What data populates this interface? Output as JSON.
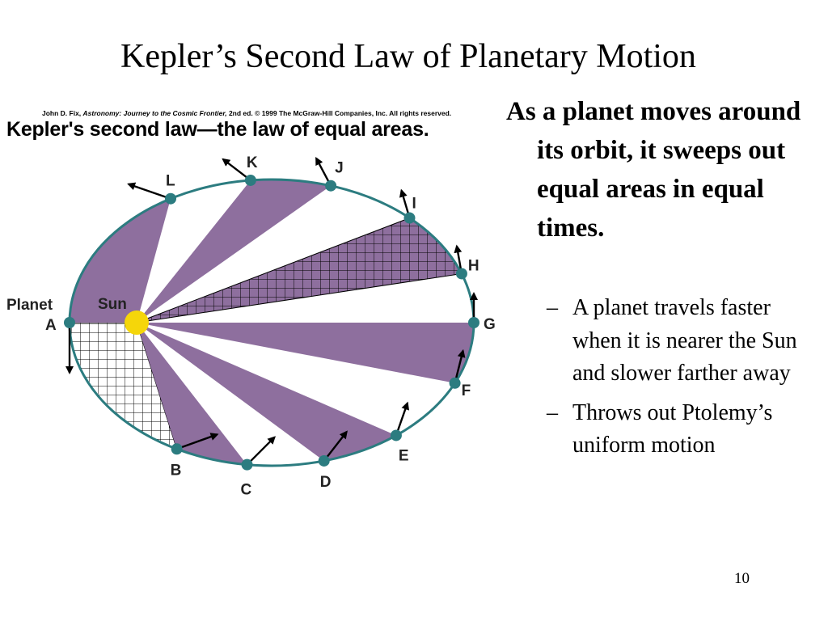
{
  "slide": {
    "title": "Kepler’s Second Law of Planetary Motion",
    "page_number": "10"
  },
  "figure": {
    "credit": {
      "prefix": "John D. Fix, ",
      "book": "Astronomy: Journey to the Cosmic Frontier,",
      "suffix": " 2nd ed. © 1999 The McGraw-Hill Companies, Inc. All rights reserved."
    },
    "caption": "Kepler's second law—the law of equal areas.",
    "labels": {
      "planet": "Planet",
      "sun": "Sun",
      "points": [
        "A",
        "B",
        "C",
        "D",
        "E",
        "F",
        "G",
        "H",
        "I",
        "J",
        "K",
        "L"
      ]
    },
    "colors": {
      "orbit": "#2c7c80",
      "sector": "#8e6f9e",
      "sun": "#f5d60a",
      "point": "#2c7c80",
      "grid": "#000000"
    }
  },
  "content": {
    "main_bullet": "As a planet moves around its orbit, it sweeps out equal areas in equal times.",
    "sub_bullets": [
      "A planet travels faster when it is nearer the Sun and slower farther away",
      "Throws out Ptolemy’s uniform motion"
    ]
  }
}
